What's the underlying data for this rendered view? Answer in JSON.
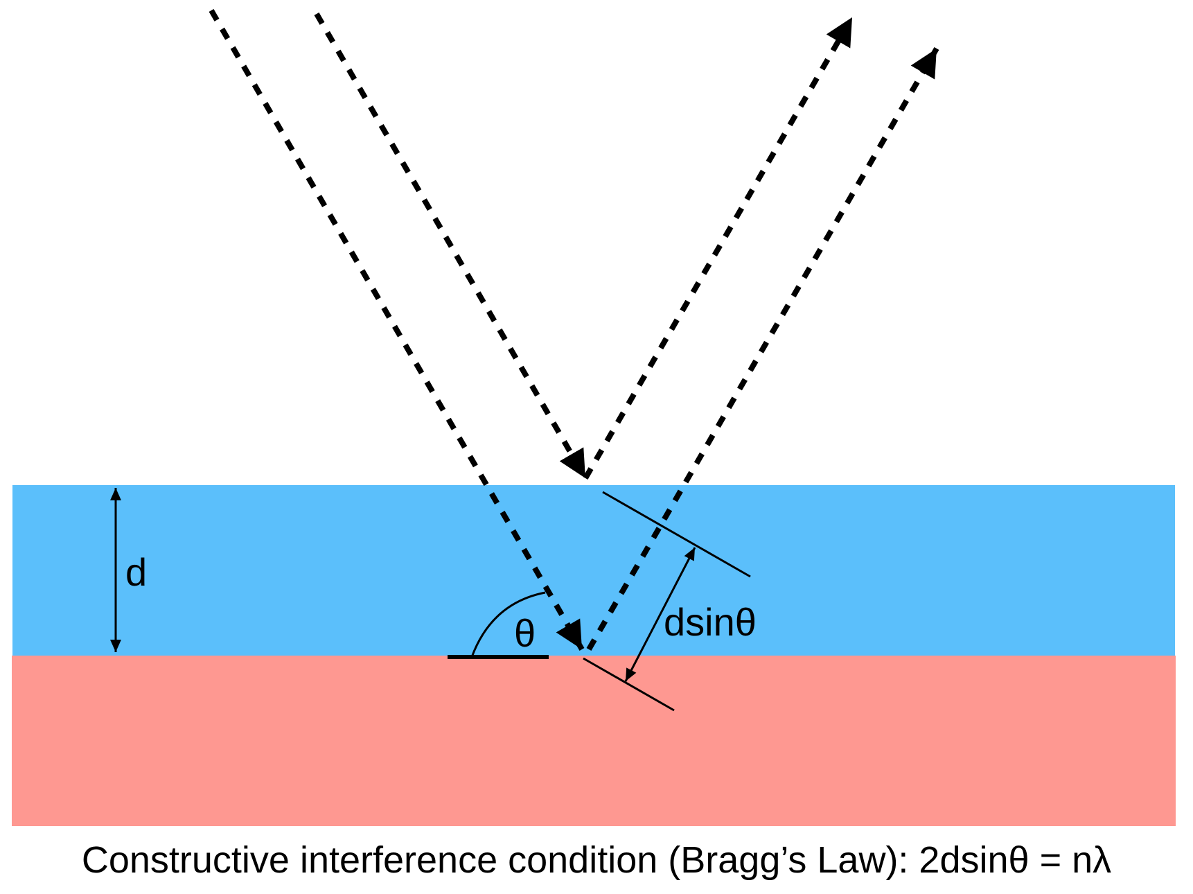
{
  "labels": {
    "d": "d",
    "theta": "θ",
    "dsin_theta": "dsinθ"
  },
  "caption": "Constructive interference condition (Bragg’s Law): 2dsinθ = nλ",
  "colors": {
    "upper_layer": "#5BBFFB",
    "lower_layer": "#FE9891",
    "ink": "#000000",
    "background": "#FFFFFF"
  }
}
